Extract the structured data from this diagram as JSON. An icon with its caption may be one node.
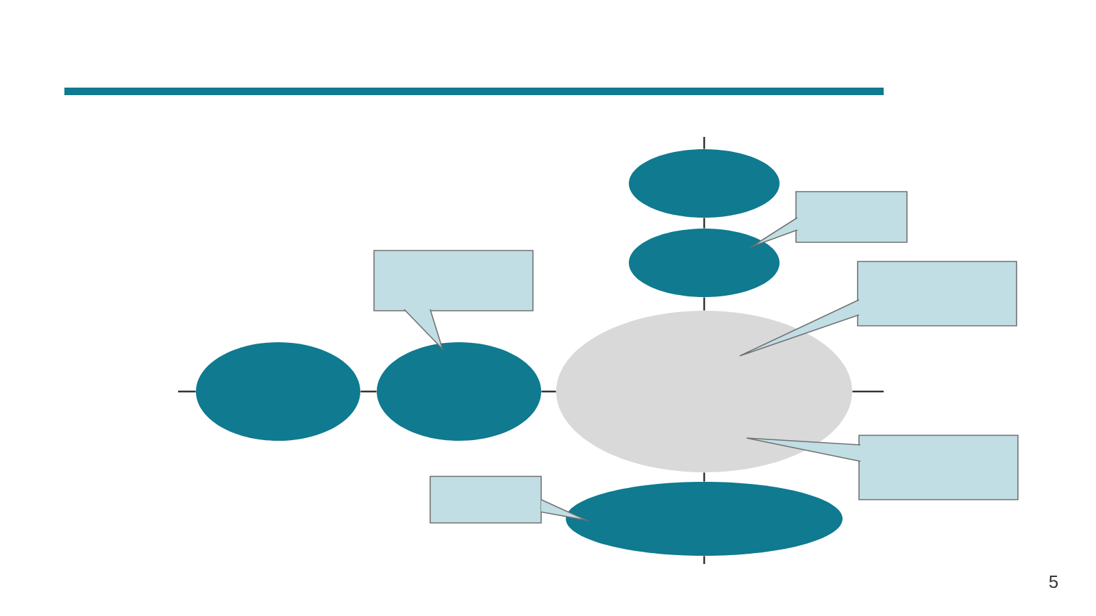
{
  "diagram": {
    "nodes": [
      {
        "text": [],
        "shape": "ellipse"
      },
      {
        "text": [],
        "shape": "box"
      },
      {
        "text": [],
        "shape": "ellipse"
      },
      {
        "text": [],
        "shape": "box"
      },
      {
        "text": [],
        "shape": "box"
      },
      {
        "text": [],
        "shape": "ellipse"
      },
      {
        "text": [],
        "shape": "ellipse"
      },
      {
        "text": [],
        "shape": "ellipse"
      },
      {
        "text": [],
        "shape": "box"
      },
      {
        "text": [],
        "shape": "box"
      },
      {
        "text": [],
        "shape": "ellipse"
      }
    ],
    "edges": [
      {
        "from": null,
        "to": 0,
        "arrow": "none"
      },
      {
        "from": 0,
        "to": 2,
        "arrow": "none"
      },
      {
        "from": 2,
        "to": 7,
        "arrow": "none"
      },
      {
        "from": 7,
        "to": 10,
        "arrow": "none"
      },
      {
        "from": 10,
        "to": null,
        "arrow": "none"
      },
      {
        "from": null,
        "to": 5,
        "arrow": "none"
      },
      {
        "from": 5,
        "to": 6,
        "arrow": "none"
      },
      {
        "from": 6,
        "to": 7,
        "arrow": "none"
      },
      {
        "from": 7,
        "to": null,
        "arrow": "none"
      }
    ],
    "labels": [
      "5"
    ]
  }
}
